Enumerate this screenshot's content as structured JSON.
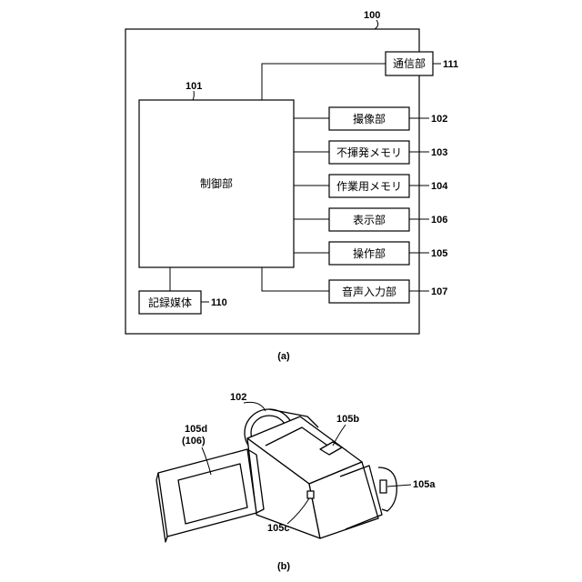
{
  "part_a": {
    "device_ref": "100",
    "controller": {
      "label": "制御部",
      "ref": "101"
    },
    "communication": {
      "label": "通信部",
      "ref": "111"
    },
    "recording_medium": {
      "label": "記録媒体",
      "ref": "110"
    },
    "units": [
      {
        "label": "撮像部",
        "ref": "102"
      },
      {
        "label": "不揮発メモリ",
        "ref": "103"
      },
      {
        "label": "作業用メモリ",
        "ref": "104"
      },
      {
        "label": "表示部",
        "ref": "106"
      },
      {
        "label": "操作部",
        "ref": "105"
      },
      {
        "label": "音声入力部",
        "ref": "107"
      }
    ],
    "caption": "(a)"
  },
  "part_b": {
    "lens_ref": "102",
    "display_ref_line1": "105d",
    "display_ref_line2": "(106)",
    "top_button_ref": "105b",
    "side_ref": "105a",
    "body_button_ref": "105c",
    "caption": "(b)"
  }
}
